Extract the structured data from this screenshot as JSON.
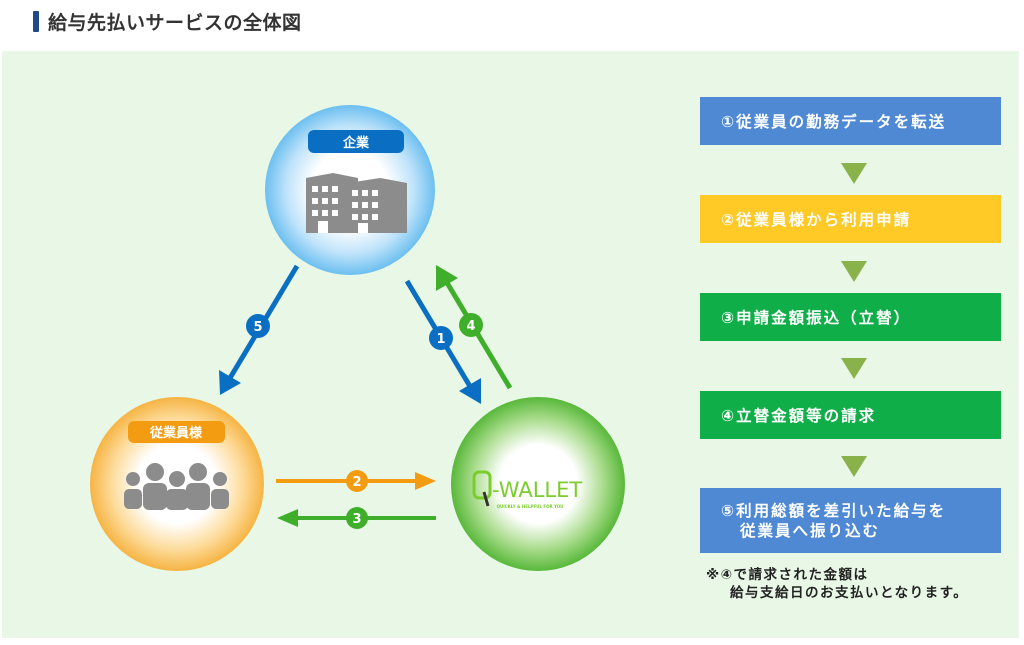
{
  "title": "給与先払いサービスの全体図",
  "colors": {
    "title_mark": "#1e4a85",
    "panel_bg": "#e8f7e6",
    "blue": "#0a6fc2",
    "green": "#3fae2a",
    "orange": "#f39c12",
    "step_blue": "#4f89d4",
    "step_yellow": "#ffc926",
    "step_green": "#0fae48",
    "triangle": "#8ab24a"
  },
  "nodes": {
    "company": {
      "label": "企業",
      "icon": "building-icon"
    },
    "employees": {
      "label": "従業員様",
      "icon": "people-icon"
    },
    "wallet": {
      "logo_text": "Q-WALLET",
      "tagline": "QUICKLY & HELPFUL FOR YOU"
    }
  },
  "arrows": [
    {
      "number": "1",
      "from": "企業",
      "to": "Q-WALLET",
      "color": "blue"
    },
    {
      "number": "2",
      "from": "従業員様",
      "to": "Q-WALLET",
      "color": "orange"
    },
    {
      "number": "3",
      "from": "Q-WALLET",
      "to": "従業員様",
      "color": "green"
    },
    {
      "number": "4",
      "from": "Q-WALLET",
      "to": "企業",
      "color": "green"
    },
    {
      "number": "5",
      "from": "企業",
      "to": "従業員様",
      "color": "blue"
    }
  ],
  "steps": [
    {
      "text": "①従業員の勤務データを転送"
    },
    {
      "text": "②従業員様から利用申請"
    },
    {
      "text": "③申請金額振込（立替）"
    },
    {
      "text": "④立替金額等の請求"
    },
    {
      "line1": "⑤利用総額を差引いた給与を",
      "line2": "従業員へ振り込む"
    }
  ],
  "note": {
    "line1": "※④で請求された金額は",
    "line2": "給与支給日のお支払いとなります。"
  }
}
